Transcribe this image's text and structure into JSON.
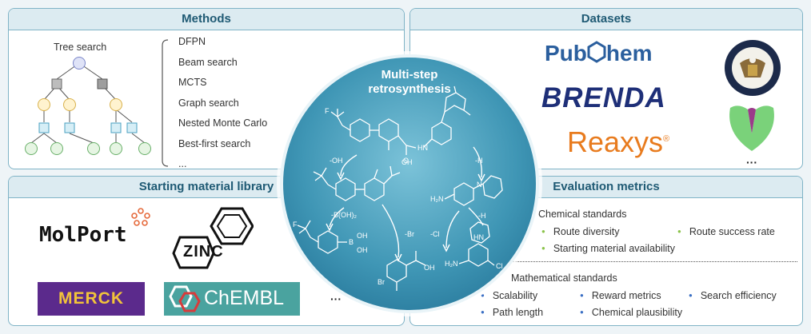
{
  "methods": {
    "title": "Methods",
    "tree_label": "Tree search",
    "items": [
      "DFPN",
      "Beam search",
      "MCTS",
      "Graph search",
      "Nested Monte Carlo",
      "Best-first search",
      "..."
    ]
  },
  "datasets": {
    "title": "Datasets",
    "logos": {
      "pubchem_a": "Pub",
      "pubchem_b": "hem",
      "brenda": "BRENDA",
      "reaxys": "Reaxys",
      "reaxys_mark": "®"
    },
    "more": "···"
  },
  "starting": {
    "title": "Starting material library",
    "logos": {
      "molport": "MolPort",
      "zinc": "ZINC",
      "merck": "MERCK",
      "chembl": "ChEMBL"
    },
    "more": "···"
  },
  "evaluation": {
    "title": "Evaluation metrics",
    "chemical_title": "Chemical standards",
    "chemical": [
      "Route diversity",
      "Route success rate",
      "Starting material availability"
    ],
    "math_title": "Mathematical standards",
    "math": [
      "Scalability",
      "Reward metrics",
      "Search efficiency",
      "Path length",
      "Chemical plausibility"
    ]
  },
  "center": {
    "title_line1": "Multi-step",
    "title_line2": "retrosynthesis",
    "labels": {
      "oh": "-OH",
      "h1": "-H",
      "boh": "-B(OH)₂",
      "h2": "-H",
      "br": "-Br",
      "cl": "-Cl",
      "hn": "HN",
      "o": "O",
      "h2n1": "H₂N",
      "n": "N",
      "hn2": "HN",
      "h2n2": "H₂N",
      "cl2": "Cl",
      "br2": "Br",
      "b": "B",
      "oh_b1": "OH",
      "oh_b2": "OH",
      "oh_c1": "OH",
      "oh_c2": "OH",
      "f1": "F",
      "f2": "F"
    }
  },
  "colors": {
    "border": "#7fb3c6",
    "header_bg": "#dcebf1",
    "header_text": "#1f5a74",
    "circle": "#3f96b5",
    "green_bullet": "#8bc34a",
    "blue_bullet": "#3a6fc4"
  }
}
